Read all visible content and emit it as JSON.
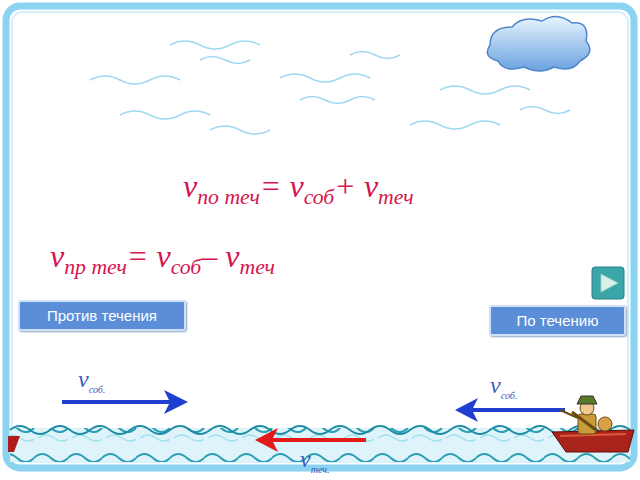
{
  "diagram": {
    "nodes": [
      {
        "text": [
          "Против течения"
        ]
      },
      {
        "text": [
          "По течению"
        ]
      }
    ],
    "labels": [
      "v",
      "по теч",
      "= v",
      "соб",
      "+ v",
      "теч",
      "v",
      "пр теч",
      "= v",
      "соб",
      "– v",
      "теч",
      "v",
      "соб.",
      "v",
      "соб.",
      "v",
      "теч."
    ]
  }
}
